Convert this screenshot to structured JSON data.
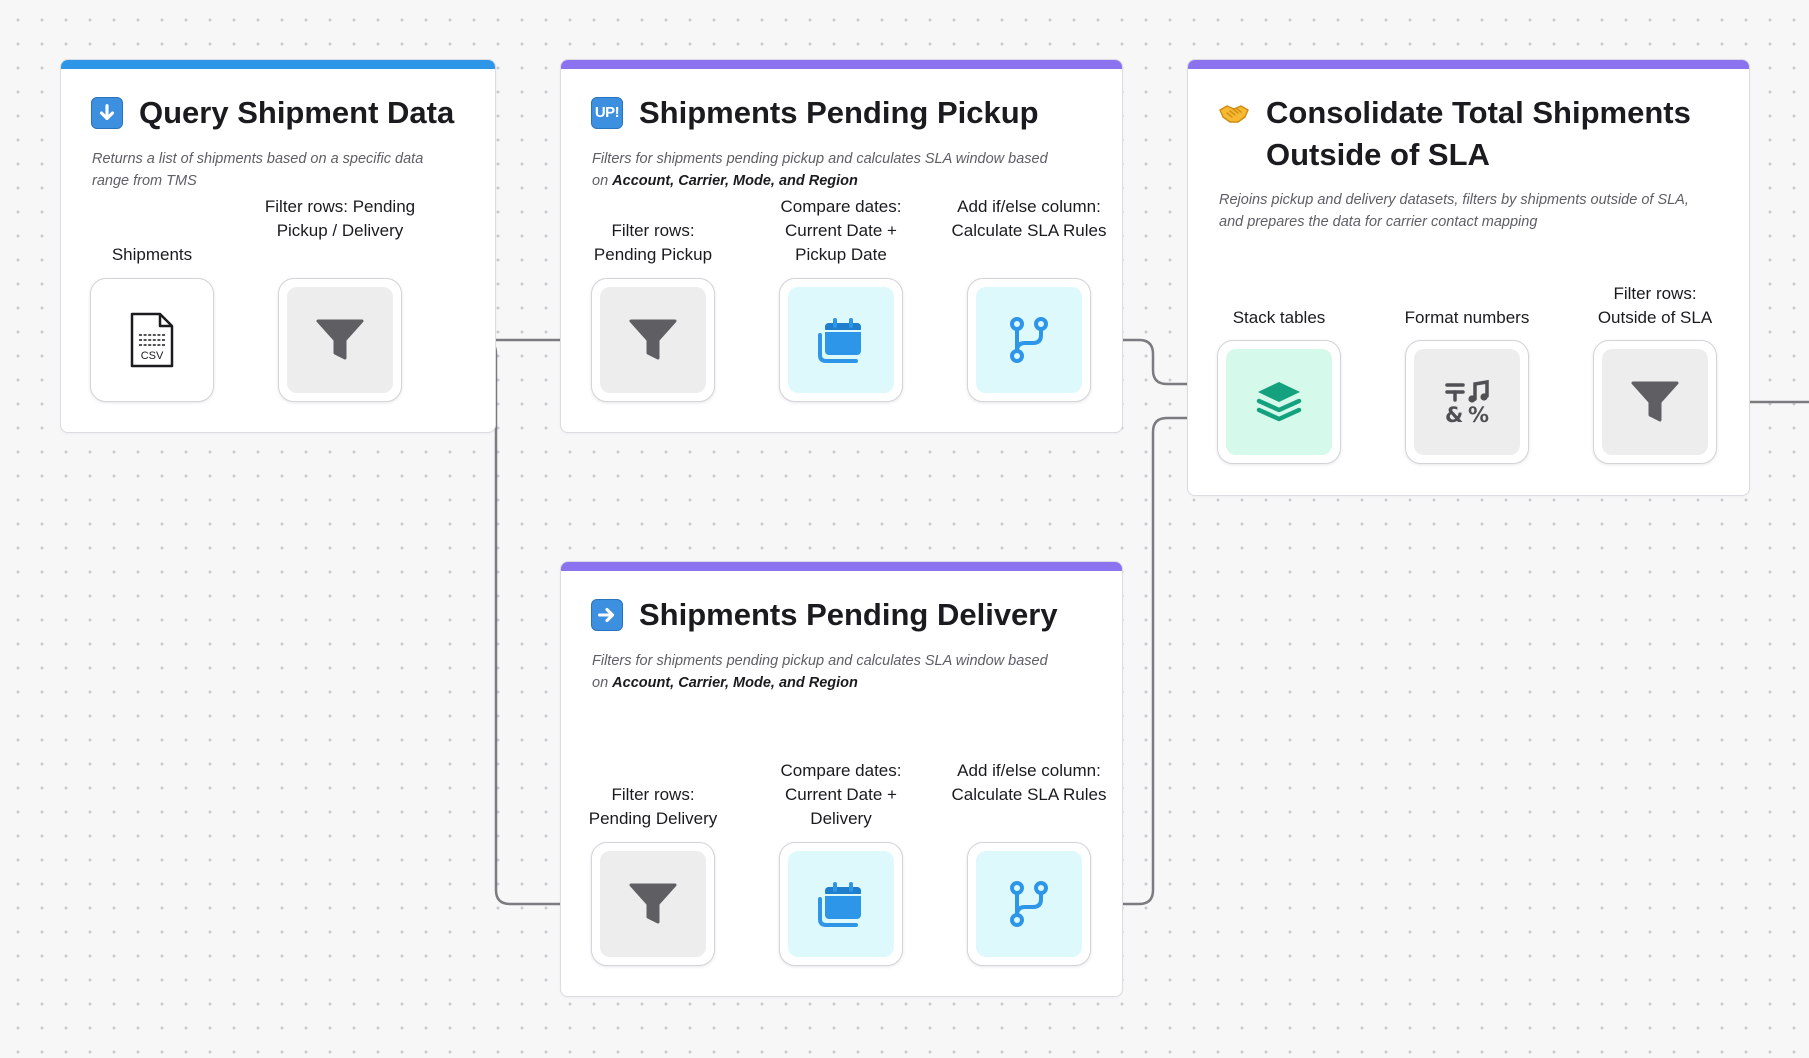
{
  "groups": {
    "query": {
      "title": "Query Shipment Data",
      "emoji": "down-arrow-icon",
      "description": "Returns a list of shipments based on a specific data range from TMS",
      "accent": "#2e96e8"
    },
    "pickup": {
      "title": "Shipments Pending Pickup",
      "emoji_text": "UP!",
      "description_prefix": "Filters for shipments pending pickup and calculates SLA window based on ",
      "description_bold": "Account, Carrier, Mode, and Region",
      "accent": "#8b73f0"
    },
    "delivery": {
      "title": "Shipments Pending Delivery",
      "emoji": "right-arrow-icon",
      "description_prefix": "Filters for shipments pending pickup and calculates SLA window based on ",
      "description_bold": "Account, Carrier, Mode, and Region",
      "accent": "#8b73f0"
    },
    "consolidate": {
      "title": "Consolidate Total Shipments Outside of SLA",
      "emoji": "handshake-icon",
      "description": "Rejoins pickup and delivery datasets, filters by shipments outside of SLA, and prepares the data for carrier contact mapping",
      "accent": "#8b73f0"
    }
  },
  "nodes": {
    "shipments": {
      "label": "Shipments",
      "icon": "csv-file-icon",
      "icon_text": "CSV"
    },
    "filter_pending": {
      "label": "Filter rows: Pending Pickup / Delivery",
      "icon": "funnel-icon"
    },
    "filter_pickup": {
      "label": "Filter rows: Pending Pickup",
      "icon": "funnel-icon"
    },
    "compare_pickup": {
      "label": "Compare dates: Current Date + Pickup Date",
      "icon": "calendar-icon"
    },
    "ifelse_pickup": {
      "label": "Add if/else column: Calculate SLA Rules",
      "icon": "branch-icon"
    },
    "filter_delivery": {
      "label": "Filter rows: Pending Delivery",
      "icon": "funnel-icon"
    },
    "compare_delivery": {
      "label": "Compare dates: Current Date + Delivery",
      "icon": "calendar-icon"
    },
    "ifelse_delivery": {
      "label": "Add if/else column: Calculate SLA Rules",
      "icon": "branch-icon"
    },
    "stack": {
      "label": "Stack tables",
      "icon": "layers-icon"
    },
    "format": {
      "label": "Format numbers",
      "icon": "format-symbols-icon"
    },
    "filter_sla": {
      "label": "Filter rows: Outside of SLA",
      "icon": "funnel-icon"
    }
  },
  "colors": {
    "connector": "#7b7b80",
    "funnel": "#5f5f63",
    "cyan_icon": "#2e96e8",
    "mint_icon": "#14a17d",
    "format_icon": "#505054"
  }
}
